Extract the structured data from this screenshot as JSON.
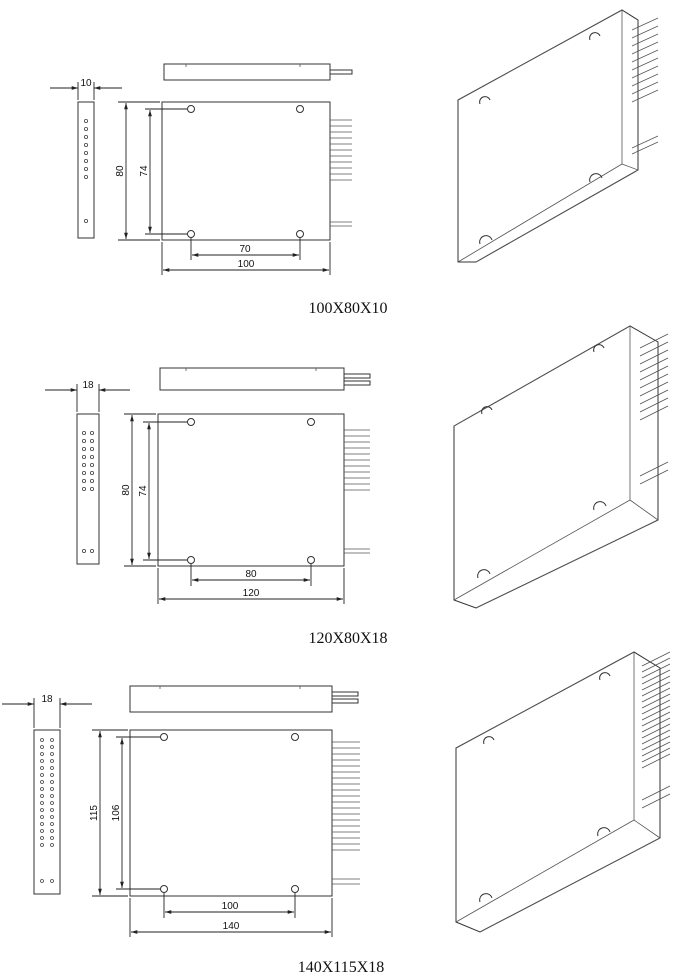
{
  "modules": [
    {
      "caption": "100X80X10",
      "thickness_label": "10",
      "height_label": "80",
      "hole_pitch_v_label": "74",
      "hole_pitch_h_label": "70",
      "width_label": "100"
    },
    {
      "caption": "120X80X18",
      "thickness_label": "18",
      "height_label": "80",
      "hole_pitch_v_label": "74",
      "hole_pitch_h_label": "80",
      "width_label": "120"
    },
    {
      "caption": "140X115X18",
      "thickness_label": "18",
      "height_label": "115",
      "hole_pitch_v_label": "106",
      "hole_pitch_h_label": "100",
      "width_label": "140"
    }
  ]
}
